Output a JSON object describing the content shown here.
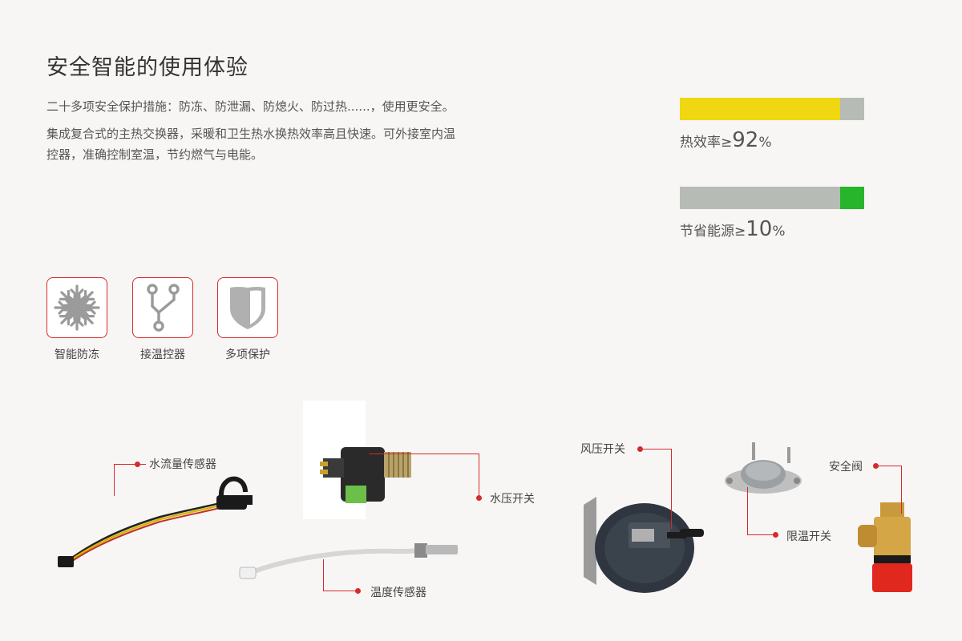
{
  "title": "安全智能的使用体验",
  "description": [
    "二十多项安全保护措施：防冻、防泄漏、防熄火、防过热......，使用更安全。",
    "集成复合式的主热交换器，采暖和卫生热水换热效率高且快速。可外接室内温控器，准确控制室温，节约燃气与电能。"
  ],
  "stats": [
    {
      "label": "热效率≥",
      "value": "92",
      "unit": "%",
      "percent": 0.87,
      "fill_color": "#efd712",
      "fill_side": "left"
    },
    {
      "label": "节省能源≥",
      "value": "10",
      "unit": "%",
      "percent": 0.13,
      "fill_color": "#27b52c",
      "fill_side": "right"
    }
  ],
  "features": [
    {
      "label": "智能防冻",
      "icon": "snowflake-icon"
    },
    {
      "label": "接温控器",
      "icon": "thermostat-connector-icon"
    },
    {
      "label": "多项保护",
      "icon": "shield-icon"
    }
  ],
  "parts": {
    "flow_sensor": "水流量传感器",
    "water_pressure_switch": "水压开关",
    "temperature_sensor": "温度传感器",
    "air_pressure_switch": "风压开关",
    "temperature_limit_switch": "限温开关",
    "safety_valve": "安全阀"
  },
  "colors": {
    "accent": "#d42b2b",
    "bar_gray": "#b7bbb5"
  }
}
